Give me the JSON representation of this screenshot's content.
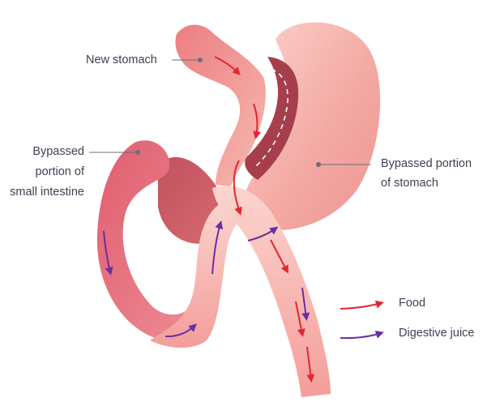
{
  "labels": {
    "new_stomach": "New stomach",
    "bypassed_intestine_line1": "Bypassed",
    "bypassed_intestine_line2": "portion of",
    "bypassed_intestine_line3": "small intestine",
    "bypassed_stomach_line1": "Bypassed portion",
    "bypassed_stomach_line2": "of stomach"
  },
  "legend": {
    "food": "Food",
    "digestive_juice": "Digestive juice"
  },
  "colors": {
    "food_arrow": "#e4252f",
    "juice_arrow": "#6a2f9e",
    "stomach_light": "#f6b9b2",
    "stomach_dark": "#a84a55",
    "intestine": "#e06a78",
    "leader_line": "#6b6f78"
  }
}
